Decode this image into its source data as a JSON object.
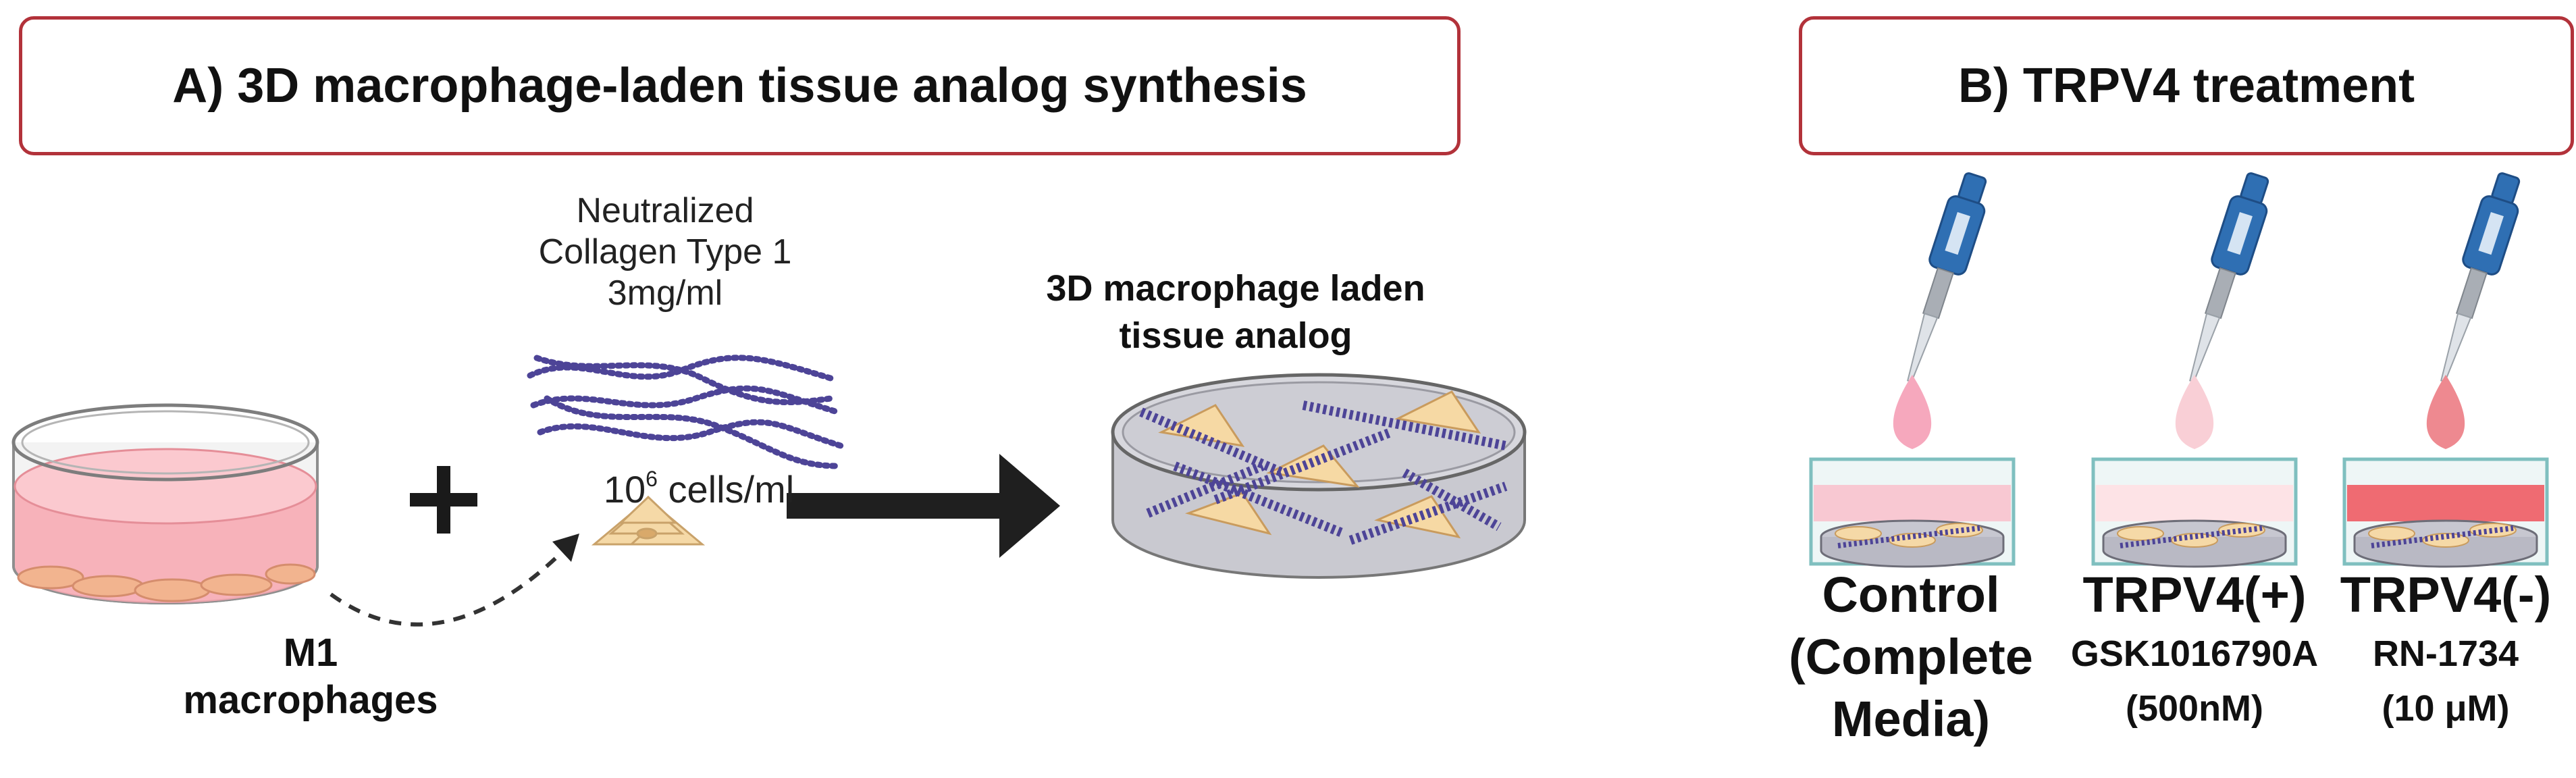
{
  "panel_a": {
    "title": "A) 3D macrophage-laden tissue analog synthesis",
    "collagen": {
      "line1": "Neutralized",
      "line2": "Collagen Type 1",
      "line3": "3mg/ml"
    },
    "cells": {
      "base": "10",
      "exp": "6",
      "unit": " cells/ml"
    },
    "macrophages": {
      "line1": "M1",
      "line2": "macrophages"
    },
    "result": {
      "line1": "3D macrophage laden",
      "line2": "tissue analog"
    }
  },
  "panel_b": {
    "title": "B) TRPV4 treatment",
    "conditions": [
      {
        "line1": "Control",
        "line2": "(Complete",
        "line3": "Media)",
        "drop_color": "#f6a8bd",
        "media_color": "#f8c8d2"
      },
      {
        "line1": "TRPV4(+)",
        "line2": "GSK1016790A",
        "line3": "(500nM)",
        "drop_color": "#f9cfd6",
        "media_color": "#fde3e6"
      },
      {
        "line1": "TRPV4(-)",
        "line2": "RN-1734",
        "line3": "(10 μM)",
        "drop_color": "#ee8990",
        "media_color": "#ef6b72"
      }
    ]
  },
  "colors": {
    "frame": "#b2323a",
    "fiber": "#4d4497",
    "pipette": "#2f6fb3",
    "cell": "#f3d7a6",
    "dish_media": "#f6b7be"
  },
  "icons": [
    "petri-dish-icon",
    "plus-icon",
    "collagen-fibers-icon",
    "cells-icon",
    "dashed-arrow-icon",
    "arrow-icon",
    "tissue-analog-icon",
    "pipette-icon",
    "well-icon"
  ]
}
